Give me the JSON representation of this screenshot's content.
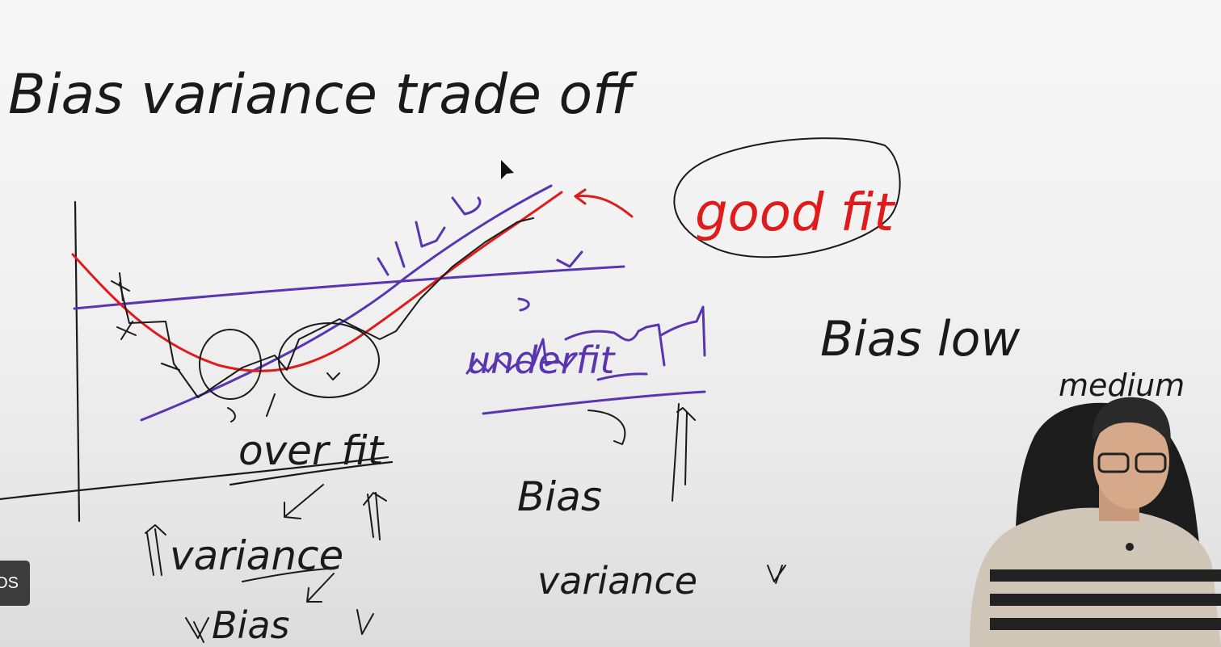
{
  "board": {
    "title": "Bias variance trade off",
    "good_fit": "good fit",
    "bias_low": "Bias low",
    "medium": "medium",
    "underfit": "underfit",
    "overfit": "over fit",
    "bias_right": "Bias",
    "variance_left": "variance",
    "bias_bottom": "Bias",
    "variance_right": "variance"
  },
  "overlay": {
    "chip_label": "OS"
  },
  "colors": {
    "red_ink": "#e01b1b",
    "purple_ink": "#5a35b0",
    "black_ink": "#1a1a1a"
  }
}
